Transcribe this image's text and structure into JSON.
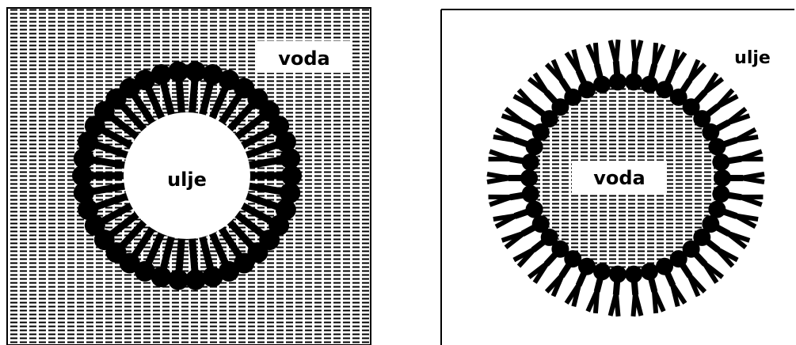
{
  "panels": [
    {
      "id": "oil-in-water",
      "center_label": "ulje",
      "corner_label": "voda",
      "surfactant_molecules": 38,
      "tail_shape": "straight",
      "hatched_region": "outside"
    },
    {
      "id": "water-in-oil",
      "center_label": "voda",
      "corner_label": "ulje",
      "surfactant_molecules": 38,
      "tail_shape": "forked",
      "hatched_region": "inside"
    }
  ],
  "colors": {
    "ink": "#000000",
    "paper": "#ffffff"
  }
}
